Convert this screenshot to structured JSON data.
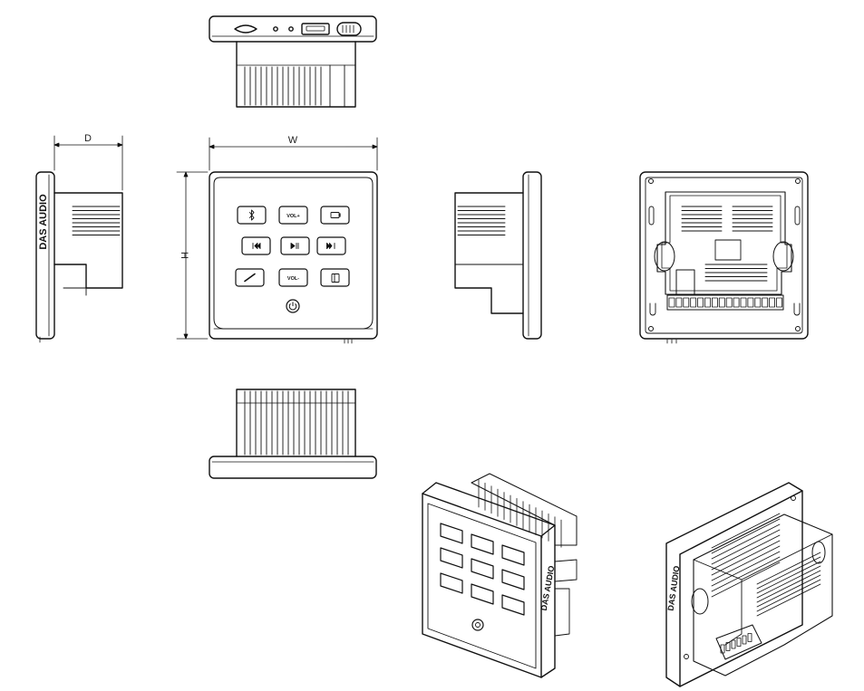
{
  "dimensions": {
    "depth_label": "D",
    "width_label": "W",
    "height_label": "H"
  },
  "brand": {
    "left_side": "DAS AUDIO",
    "iso_front": "DAS AUDIO",
    "iso_back": "DAS AUDIO"
  },
  "buttons": {
    "vol_up": "VOL+",
    "vol_down": "VOL-"
  }
}
